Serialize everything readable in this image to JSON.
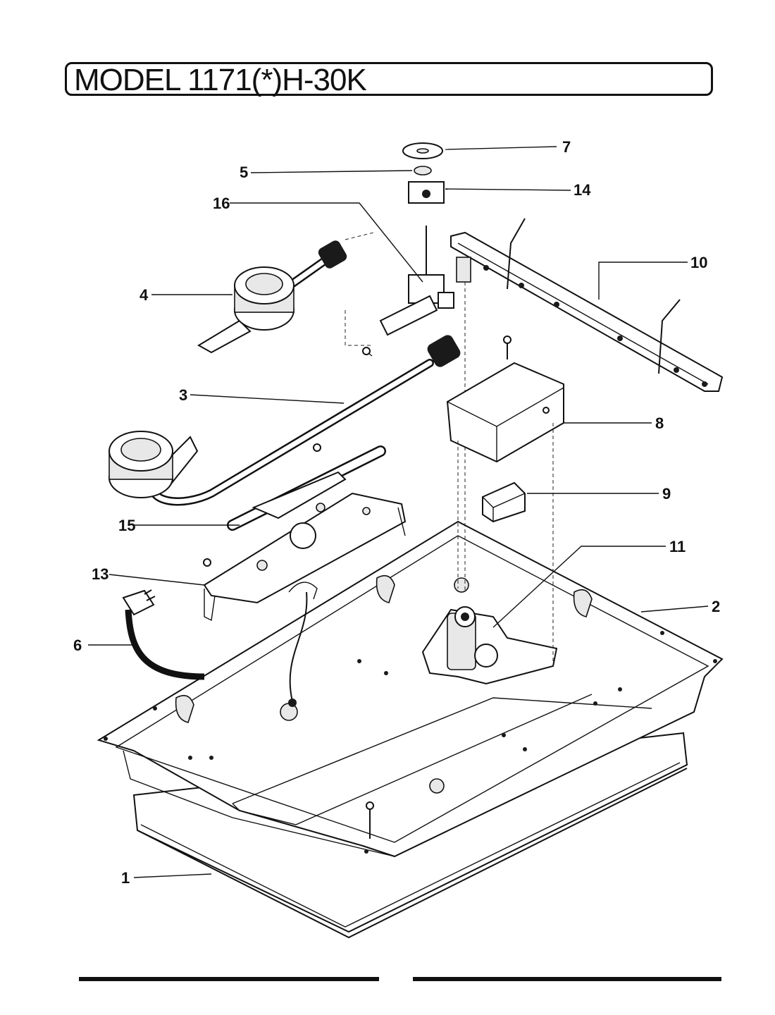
{
  "title": "MODEL 1171(*)H-30K",
  "callouts": {
    "c1": "1",
    "c2": "2",
    "c3": "3",
    "c4": "4",
    "c5": "5",
    "c6": "6",
    "c7": "7",
    "c8": "8",
    "c9": "9",
    "c10": "10",
    "c11": "11",
    "c13": "13",
    "c14": "14",
    "c15": "15",
    "c16": "16"
  }
}
